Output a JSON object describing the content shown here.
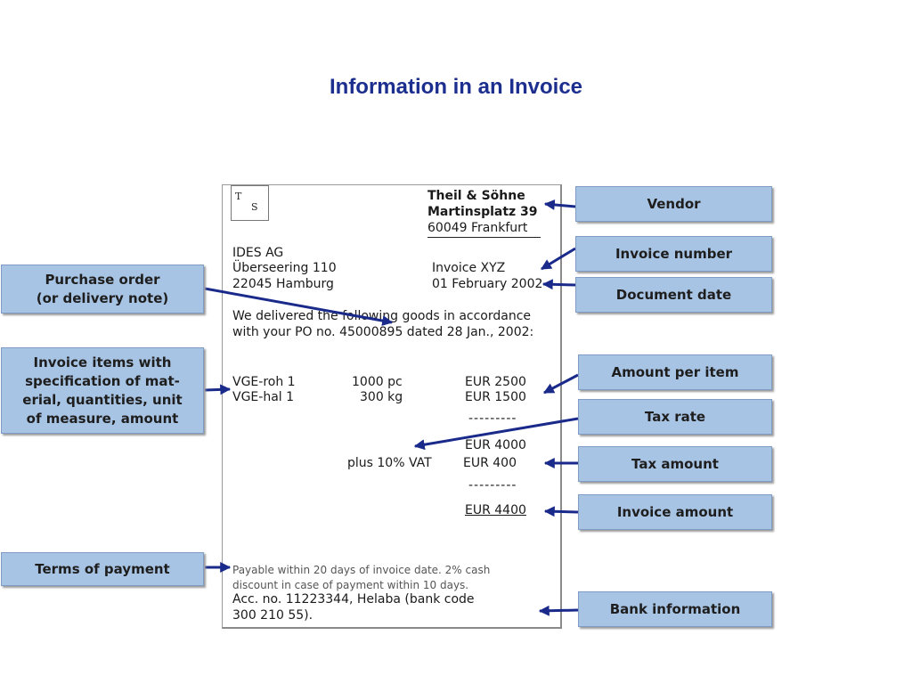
{
  "title": "Information in an Invoice",
  "invoice": {
    "logo_t": "T",
    "logo_s": "S",
    "vendor_name": "Theil & Söhne",
    "vendor_street": "Martinsplatz 39",
    "vendor_city": "60049 Frankfurt",
    "customer_name": "IDES AG",
    "customer_street": "Überseering 110",
    "customer_city": "22045 Hamburg",
    "invoice_number": "Invoice XYZ",
    "invoice_date": "01 February 2002",
    "intro_line1": "We delivered the following goods in accordance",
    "intro_line2": "with your PO no. 45000895 dated 28 Jan., 2002:",
    "items": [
      {
        "material": "VGE-roh  1",
        "quantity": "1000 pc",
        "amount": "EUR  2500"
      },
      {
        "material": "VGE-hal 1",
        "quantity": "300 kg",
        "amount": "EUR  1500"
      }
    ],
    "dashes": "---------",
    "subtotal": "EUR  4000",
    "vat_label": "plus 10% VAT",
    "vat_amount": "EUR    400",
    "total": "EUR  4400",
    "payment_line1": "Payable within 20 days of invoice date. 2% cash",
    "payment_line2": "discount in case of payment within 10 days.",
    "bank_line1": "Acc.  no. 11223344, Helaba (bank code",
    "bank_line2": "300 210 55)."
  },
  "labels": {
    "purchase_order_1": "Purchase order",
    "purchase_order_2": "(or delivery note)",
    "items_1": "Invoice items with",
    "items_2": "specification of mat-",
    "items_3": "erial, quantities, unit",
    "items_4": "of measure, amount",
    "terms": "Terms of payment",
    "vendor": "Vendor",
    "invoice_number": "Invoice number",
    "document_date": "Document date",
    "amount_per_item": "Amount per item",
    "tax_rate": "Tax rate",
    "tax_amount": "Tax amount",
    "invoice_amount": "Invoice amount",
    "bank_information": "Bank information"
  },
  "colors": {
    "title": "#1c2f8f",
    "label_box": "#a8c4e4",
    "arrow": "#1a2a8a"
  }
}
